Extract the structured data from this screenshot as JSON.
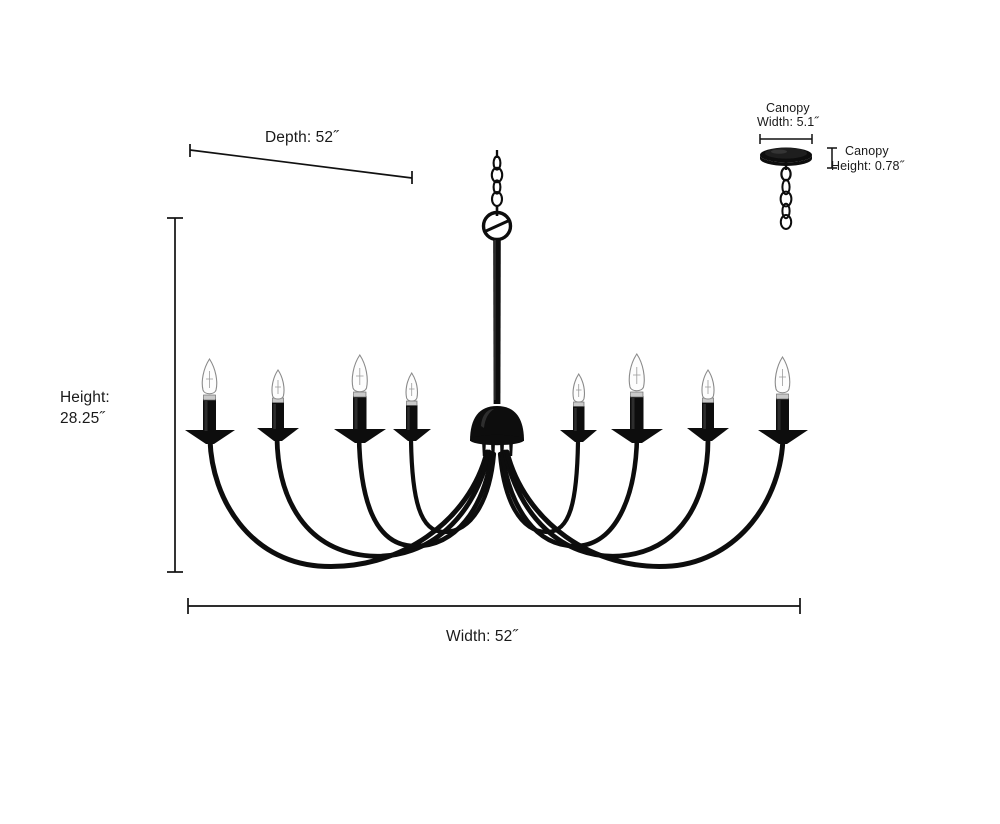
{
  "page": {
    "kind": "product-dimension-diagram",
    "product": "8-light candle chandelier",
    "background_color": "#ffffff",
    "line_color": "#111111",
    "text_color": "#1a1a1a",
    "fixture_color": "#0d0d0d"
  },
  "dimensions": {
    "depth": {
      "label": "Depth: 52˝",
      "value": 52,
      "unit": "in",
      "orientation": "diagonal"
    },
    "height": {
      "label_line1": "Height:",
      "label_line2": "28.25˝",
      "value": 28.25,
      "unit": "in",
      "orientation": "vertical"
    },
    "width": {
      "label": "Width: 52˝",
      "value": 52,
      "unit": "in",
      "orientation": "horizontal"
    },
    "canopy_width": {
      "label_line1": "Canopy",
      "label_line2": "Width: 5.1˝",
      "value": 5.1,
      "unit": "in",
      "orientation": "horizontal"
    },
    "canopy_height": {
      "label_line1": "Canopy",
      "label_line2": "Height: 0.78˝",
      "value": 0.78,
      "unit": "in",
      "orientation": "vertical"
    }
  },
  "fixture": {
    "arm_count": 8,
    "left_arms": 4,
    "right_arms": 4,
    "has_chain": true,
    "has_ring_loop": true,
    "has_canopy_detail": true,
    "candles": [
      {
        "name": "candle-1",
        "side": "left"
      },
      {
        "name": "candle-2",
        "side": "left"
      },
      {
        "name": "candle-3",
        "side": "left"
      },
      {
        "name": "candle-4",
        "side": "left"
      },
      {
        "name": "candle-5",
        "side": "right"
      },
      {
        "name": "candle-6",
        "side": "right"
      },
      {
        "name": "candle-7",
        "side": "right"
      },
      {
        "name": "candle-8",
        "side": "right"
      }
    ]
  }
}
